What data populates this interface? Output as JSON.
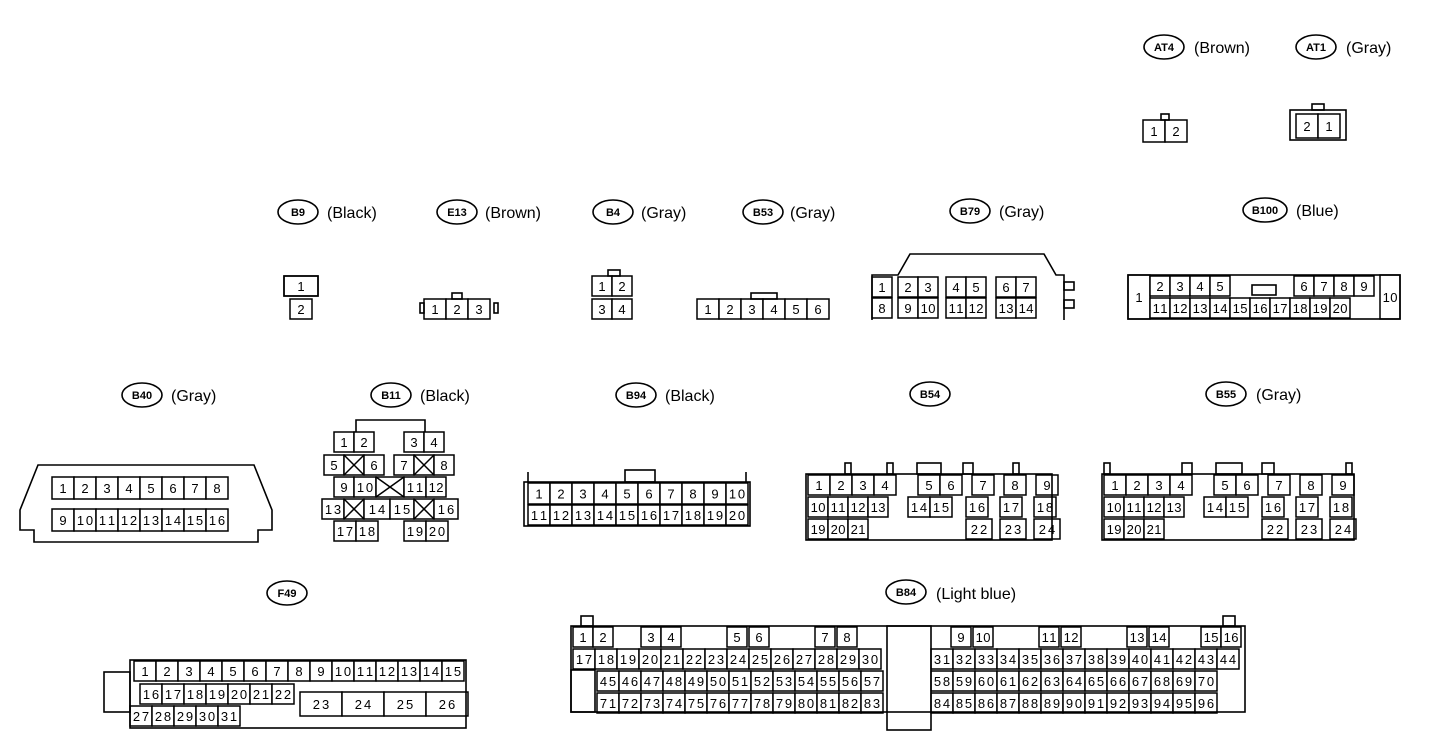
{
  "connectors": {
    "AT4": {
      "id": "AT4",
      "color": "(Brown)",
      "pins": [
        "1",
        "2"
      ]
    },
    "AT1": {
      "id": "AT1",
      "color": "(Gray)",
      "pins": [
        "2",
        "1"
      ]
    },
    "B9": {
      "id": "B9",
      "color": "(Black)",
      "pins": [
        "1",
        "2"
      ]
    },
    "E13": {
      "id": "E13",
      "color": "(Brown)",
      "pins": [
        "1",
        "2",
        "3"
      ]
    },
    "B4": {
      "id": "B4",
      "color": "(Gray)",
      "pins": [
        "1",
        "2",
        "3",
        "4"
      ]
    },
    "B53": {
      "id": "B53",
      "color": "(Gray)",
      "pins": [
        "1",
        "2",
        "3",
        "4",
        "5",
        "6"
      ]
    },
    "B79": {
      "id": "B79",
      "color": "(Gray)",
      "row1": [
        "1",
        "2",
        "3",
        "4",
        "5",
        "6",
        "7"
      ],
      "row2": [
        "8",
        "9",
        "10",
        "11",
        "12",
        "13",
        "14"
      ]
    },
    "B100": {
      "id": "B100",
      "color": "(Blue)",
      "row1": [
        "2",
        "3",
        "4",
        "5",
        "6",
        "7",
        "8",
        "9"
      ],
      "row2": [
        "11",
        "12",
        "13",
        "14",
        "15",
        "16",
        "17",
        "18",
        "19",
        "20"
      ],
      "left": "1",
      "right": "10"
    },
    "B40": {
      "id": "B40",
      "color": "(Gray)",
      "row1": [
        "1",
        "2",
        "3",
        "4",
        "5",
        "6",
        "7",
        "8"
      ],
      "row2": [
        "9",
        "10",
        "11",
        "12",
        "13",
        "14",
        "15",
        "16"
      ]
    },
    "B11": {
      "id": "B11",
      "color": "(Black)",
      "row1": [
        "1",
        "2",
        "3",
        "4"
      ],
      "row2": [
        "5",
        "6",
        "7",
        "8"
      ],
      "row3": [
        "9",
        "10",
        "11",
        "12"
      ],
      "row4": [
        "13",
        "14",
        "15",
        "16"
      ],
      "row5": [
        "17",
        "18",
        "19",
        "20"
      ]
    },
    "B94": {
      "id": "B94",
      "color": "(Black)",
      "row1": [
        "1",
        "2",
        "3",
        "4",
        "5",
        "6",
        "7",
        "8",
        "9",
        "10"
      ],
      "row2": [
        "11",
        "12",
        "13",
        "14",
        "15",
        "16",
        "17",
        "18",
        "19",
        "20"
      ]
    },
    "B54": {
      "id": "B54",
      "color": "",
      "row1": [
        "1",
        "2",
        "3",
        "4",
        "5",
        "6",
        "7",
        "8",
        "9"
      ],
      "row2": [
        "10",
        "11",
        "12",
        "13",
        "14",
        "15",
        "16",
        "17",
        "18"
      ],
      "row3": [
        "19",
        "20",
        "21",
        "22",
        "23",
        "24"
      ]
    },
    "B55": {
      "id": "B55",
      "color": "(Gray)",
      "row1": [
        "1",
        "2",
        "3",
        "4",
        "5",
        "6",
        "7",
        "8",
        "9"
      ],
      "row2": [
        "10",
        "11",
        "12",
        "13",
        "14",
        "15",
        "16",
        "17",
        "18"
      ],
      "row3": [
        "19",
        "20",
        "21",
        "22",
        "23",
        "24"
      ]
    },
    "F49": {
      "id": "F49",
      "color": "",
      "row1": [
        "1",
        "2",
        "3",
        "4",
        "5",
        "6",
        "7",
        "8",
        "9",
        "10",
        "11",
        "12",
        "13",
        "14",
        "15"
      ],
      "row2": [
        "16",
        "17",
        "18",
        "19",
        "20",
        "21",
        "22"
      ],
      "row3": [
        "27",
        "28",
        "29",
        "30",
        "31"
      ],
      "big": [
        "23",
        "24",
        "25",
        "26"
      ]
    },
    "B84": {
      "id": "B84",
      "color": "(Light blue)",
      "top": [
        "1",
        "2",
        "3",
        "4",
        "5",
        "6",
        "7",
        "8",
        "9",
        "10",
        "11",
        "12",
        "13",
        "14",
        "15",
        "16"
      ],
      "row2a": [
        "17",
        "18",
        "19",
        "20",
        "21",
        "22",
        "23",
        "24",
        "25",
        "26",
        "27",
        "28",
        "29",
        "30"
      ],
      "row2b": [
        "31",
        "32",
        "33",
        "34",
        "35",
        "36",
        "37",
        "38",
        "39",
        "40",
        "41",
        "42",
        "43",
        "44"
      ],
      "row3a": [
        "45",
        "46",
        "47",
        "48",
        "49",
        "50",
        "51",
        "52",
        "53",
        "54",
        "55",
        "56",
        "57"
      ],
      "row3b": [
        "58",
        "59",
        "60",
        "61",
        "62",
        "63",
        "64",
        "65",
        "66",
        "67",
        "68",
        "69",
        "70"
      ],
      "row4a": [
        "71",
        "72",
        "73",
        "74",
        "75",
        "76",
        "77",
        "78",
        "79",
        "80",
        "81",
        "82",
        "83"
      ],
      "row4b": [
        "84",
        "85",
        "86",
        "87",
        "88",
        "89",
        "90",
        "91",
        "92",
        "93",
        "94",
        "95",
        "96"
      ]
    }
  }
}
